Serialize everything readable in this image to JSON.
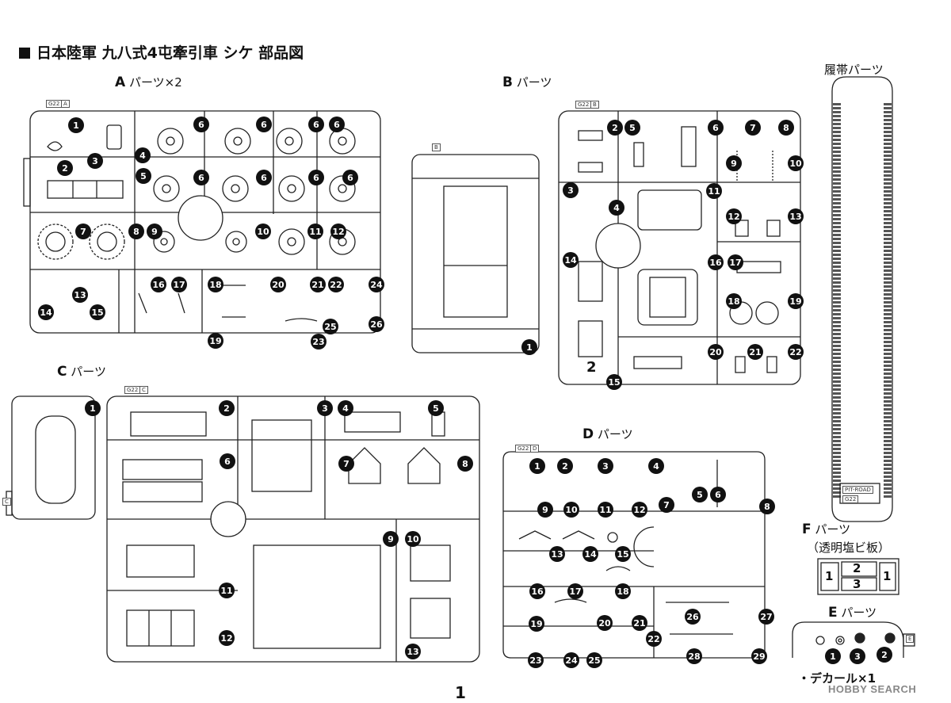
{
  "title": "日本陸軍 九八式4屯牽引車 シケ 部品図",
  "sections": {
    "a": {
      "letter": "A",
      "label": "パーツ×2"
    },
    "b": {
      "letter": "B",
      "label": "パーツ"
    },
    "c": {
      "letter": "C",
      "label": "パーツ"
    },
    "d": {
      "letter": "D",
      "label": "パーツ"
    },
    "e": {
      "letter": "E",
      "label": "パーツ"
    },
    "f": {
      "letter": "F",
      "label": "パーツ",
      "sub": "（透明塩ビ板）",
      "cells": [
        "1",
        "2",
        "3",
        "1"
      ]
    },
    "track": {
      "label": "履帯パーツ"
    },
    "decal": {
      "label": "・デカール×1"
    }
  },
  "sprue_tags": {
    "a": [
      "G22",
      "A"
    ],
    "b": [
      "G22",
      "B"
    ],
    "c": [
      "G22",
      "C"
    ],
    "d": [
      "G22",
      "D"
    ],
    "b_runner": "B",
    "c_runner": "C",
    "e_runner": "E",
    "track": [
      "PIT-ROAD",
      "G22"
    ]
  },
  "callouts": {
    "a": [
      "1",
      "2",
      "3",
      "4",
      "5",
      "6",
      "6",
      "6",
      "6",
      "6",
      "6",
      "6",
      "6",
      "7",
      "8",
      "9",
      "10",
      "11",
      "12",
      "13",
      "14",
      "15",
      "16",
      "17",
      "18",
      "19",
      "20",
      "21",
      "22",
      "23",
      "24",
      "25",
      "26"
    ],
    "b": [
      "2",
      "5",
      "6",
      "7",
      "8",
      "3",
      "9",
      "10",
      "4",
      "11",
      "12",
      "13",
      "14",
      "16",
      "17",
      "18",
      "19",
      "20",
      "21",
      "22",
      "15"
    ],
    "b_plain": "2",
    "b_runner": [
      "1"
    ],
    "c": [
      "1",
      "2",
      "3",
      "4",
      "5",
      "6",
      "7",
      "8",
      "9",
      "10",
      "11",
      "12",
      "13"
    ],
    "d": [
      "1",
      "2",
      "3",
      "4",
      "5",
      "6",
      "7",
      "8",
      "9",
      "10",
      "11",
      "12",
      "13",
      "14",
      "15",
      "16",
      "17",
      "18",
      "19",
      "20",
      "21",
      "22",
      "23",
      "24",
      "25",
      "26",
      "27",
      "28",
      "29"
    ],
    "e": [
      "1",
      "3",
      "2"
    ]
  },
  "page_number": "1",
  "watermark": "HOBBY SEARCH"
}
